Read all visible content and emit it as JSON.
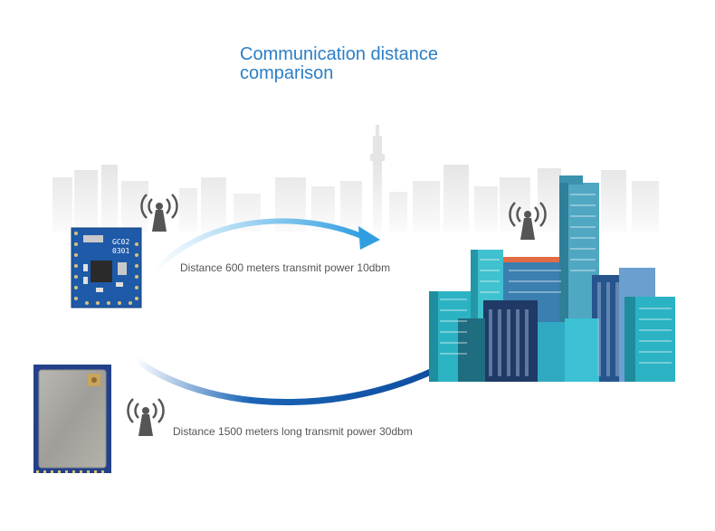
{
  "title": "Communication distance comparison",
  "title_line1": "Communication distance",
  "title_line2": "comparison",
  "module_small": {
    "marking_line1": "GC02",
    "marking_line2": "0301"
  },
  "distance_short": "Distance 600 meters transmit power 10dbm",
  "distance_long": "Distance 1500 meters long transmit power 30dbm",
  "colors": {
    "title": "#2b7ec6",
    "arrow_light": "#3aa6e4",
    "arrow_dark": "#1151a6",
    "pcb_blue": "#1e5aa8",
    "shield_silver": "#a9a9a3",
    "building_teal": "#2bb3c4",
    "building_navy": "#1f3a66"
  },
  "icons": [
    "signal-tower-icon"
  ]
}
